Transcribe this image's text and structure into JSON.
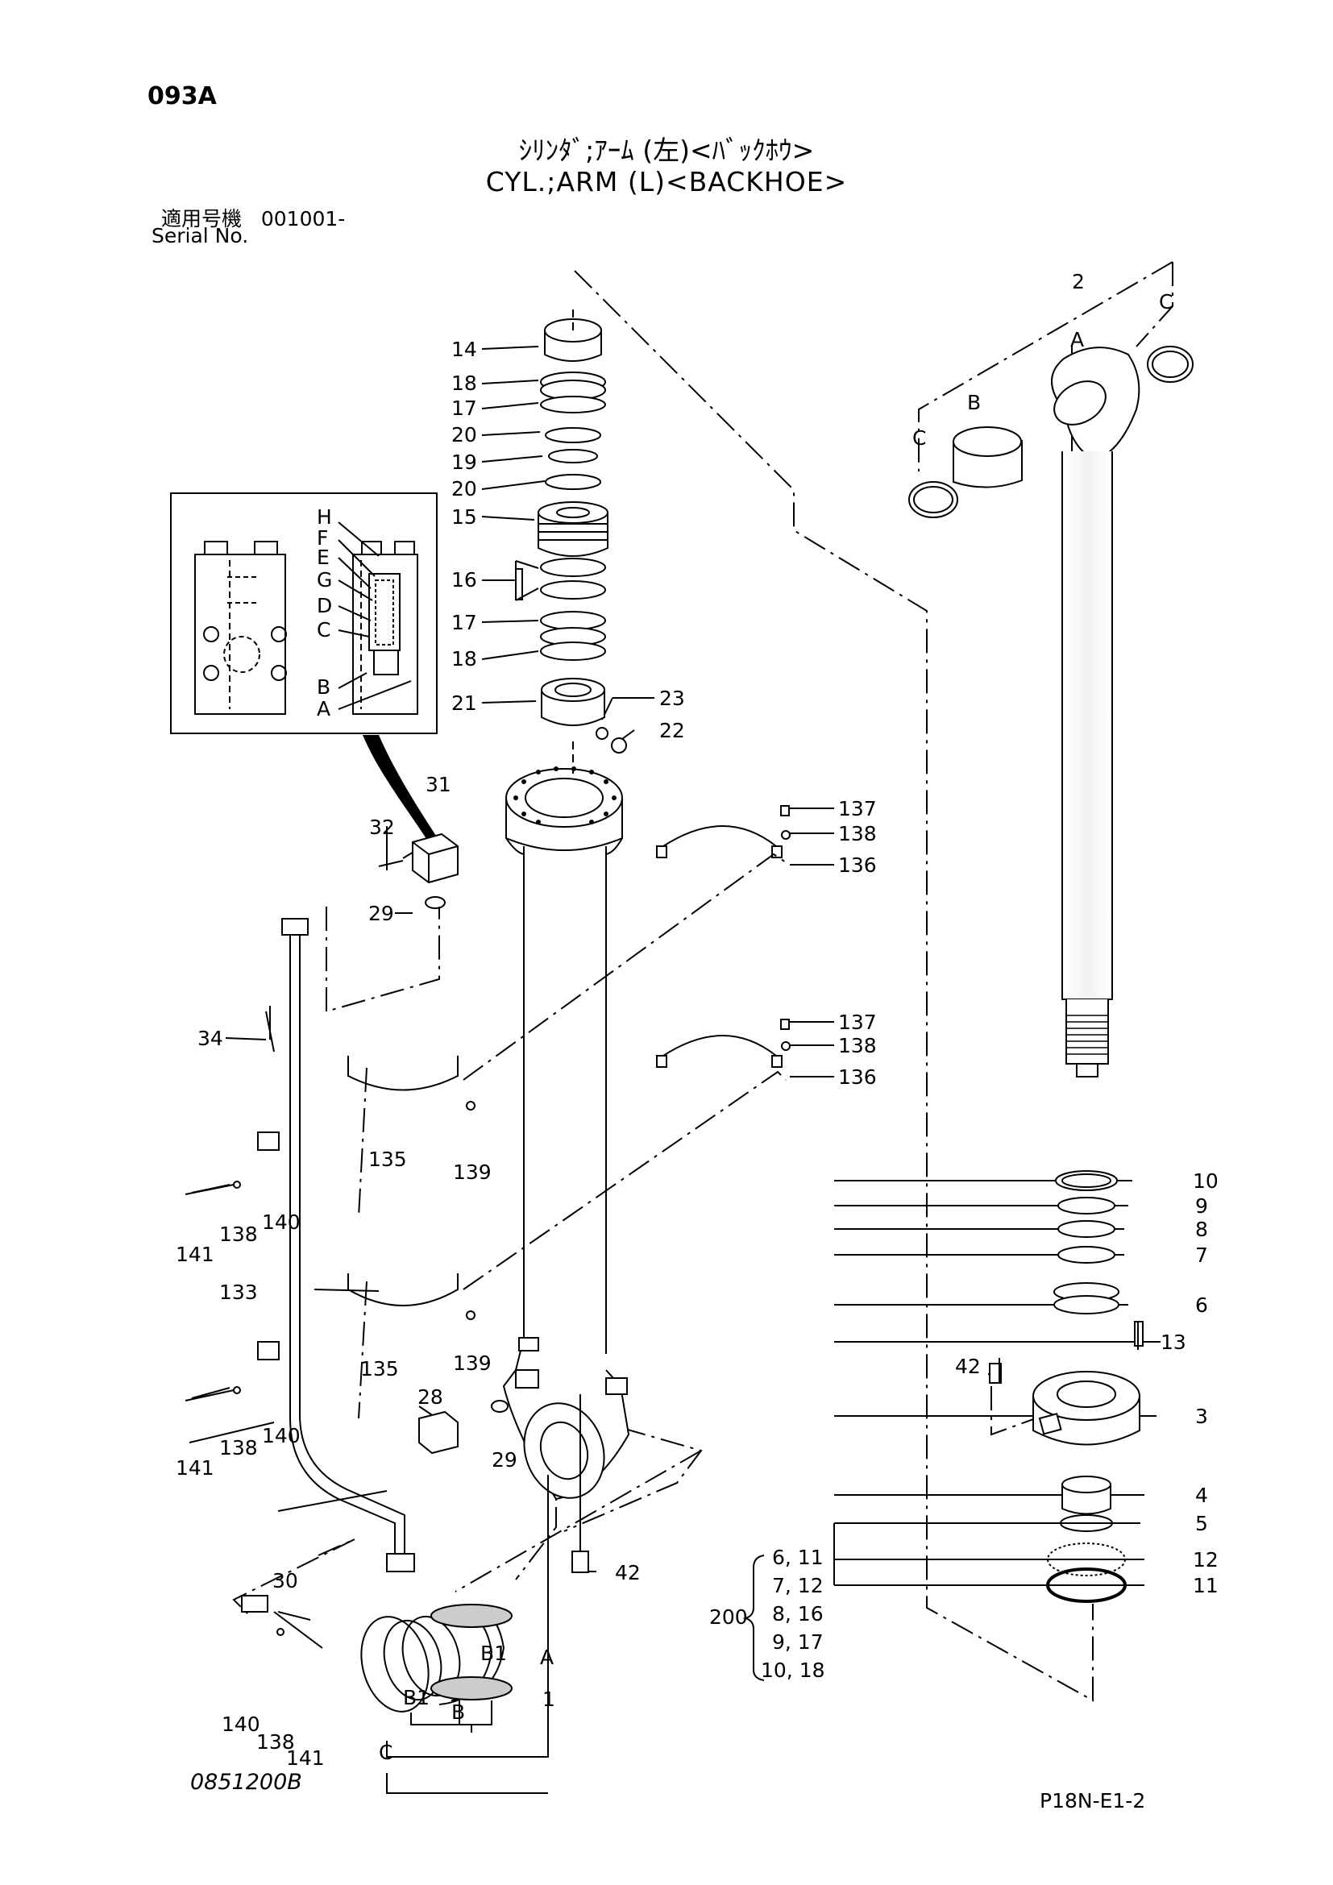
{
  "header": {
    "page_code": "093A",
    "title_jp": "ｼﾘﾝﾀﾞ;ｱｰﾑ (左)<ﾊﾞｯｸﾎｳ>",
    "title_en": "CYL.;ARM (L)<BACKHOE>",
    "serial_label_jp": "適用号機",
    "serial_value": "001001-",
    "serial_label_en": "Serial No."
  },
  "footer": {
    "drawing_number": "0851200B",
    "sheet_ref": "P18N-E1-2"
  },
  "callouts": [
    {
      "id": "c14",
      "label": "14"
    },
    {
      "id": "c18a",
      "label": "18"
    },
    {
      "id": "c17a",
      "label": "17"
    },
    {
      "id": "c20a",
      "label": "20"
    },
    {
      "id": "c19",
      "label": "19"
    },
    {
      "id": "c20b",
      "label": "20"
    },
    {
      "id": "c15",
      "label": "15"
    },
    {
      "id": "c16",
      "label": "16"
    },
    {
      "id": "c17b",
      "label": "17"
    },
    {
      "id": "c18b",
      "label": "18"
    },
    {
      "id": "c21",
      "label": "21"
    },
    {
      "id": "c23",
      "label": "23"
    },
    {
      "id": "c22",
      "label": "22"
    },
    {
      "id": "c31",
      "label": "31"
    },
    {
      "id": "c32",
      "label": "32"
    },
    {
      "id": "c29a",
      "label": "29"
    },
    {
      "id": "c137a",
      "label": "137"
    },
    {
      "id": "c138a",
      "label": "138"
    },
    {
      "id": "c136a",
      "label": "136"
    },
    {
      "id": "c137b",
      "label": "137"
    },
    {
      "id": "c138b",
      "label": "138"
    },
    {
      "id": "c136b",
      "label": "136"
    },
    {
      "id": "c34",
      "label": "34"
    },
    {
      "id": "c135a",
      "label": "135"
    },
    {
      "id": "c139a",
      "label": "139"
    },
    {
      "id": "c141a",
      "label": "141"
    },
    {
      "id": "c138c",
      "label": "138"
    },
    {
      "id": "c140a",
      "label": "140"
    },
    {
      "id": "c133",
      "label": "133"
    },
    {
      "id": "c135b",
      "label": "135"
    },
    {
      "id": "c139b",
      "label": "139"
    },
    {
      "id": "c141b",
      "label": "141"
    },
    {
      "id": "c138d",
      "label": "138"
    },
    {
      "id": "c140b",
      "label": "140"
    },
    {
      "id": "c28",
      "label": "28"
    },
    {
      "id": "c29b",
      "label": "29"
    },
    {
      "id": "c30",
      "label": "30"
    },
    {
      "id": "c42a",
      "label": "42"
    },
    {
      "id": "cB1a",
      "label": "B1"
    },
    {
      "id": "cAa",
      "label": "A"
    },
    {
      "id": "cB1b",
      "label": "B1"
    },
    {
      "id": "cBa",
      "label": "B"
    },
    {
      "id": "c1",
      "label": "1"
    },
    {
      "id": "cCa",
      "label": "C"
    },
    {
      "id": "c140c",
      "label": "140"
    },
    {
      "id": "c138e",
      "label": "138"
    },
    {
      "id": "c141c",
      "label": "141"
    },
    {
      "id": "c2",
      "label": "2"
    },
    {
      "id": "cAb",
      "label": "A"
    },
    {
      "id": "cCb",
      "label": "C"
    },
    {
      "id": "cBb",
      "label": "B"
    },
    {
      "id": "cCc",
      "label": "C"
    },
    {
      "id": "c10",
      "label": "10"
    },
    {
      "id": "c9",
      "label": "9"
    },
    {
      "id": "c8",
      "label": "8"
    },
    {
      "id": "c7",
      "label": "7"
    },
    {
      "id": "c6",
      "label": "6"
    },
    {
      "id": "c13",
      "label": "13"
    },
    {
      "id": "c42b",
      "label": "42"
    },
    {
      "id": "c3",
      "label": "3"
    },
    {
      "id": "c4",
      "label": "4"
    },
    {
      "id": "c5",
      "label": "5"
    },
    {
      "id": "c12",
      "label": "12"
    },
    {
      "id": "c11",
      "label": "11"
    }
  ],
  "inset_labels": [
    {
      "id": "iH",
      "label": "H"
    },
    {
      "id": "iF",
      "label": "F"
    },
    {
      "id": "iE",
      "label": "E"
    },
    {
      "id": "iG",
      "label": "G"
    },
    {
      "id": "iD",
      "label": "D"
    },
    {
      "id": "iC",
      "label": "C"
    },
    {
      "id": "iB",
      "label": "B"
    },
    {
      "id": "iA",
      "label": "A"
    }
  ],
  "seal_kit": {
    "kit_number": "200",
    "rows": [
      "6,  11",
      "7,  12",
      "8,  16",
      "9,  17",
      "10,  18"
    ]
  }
}
